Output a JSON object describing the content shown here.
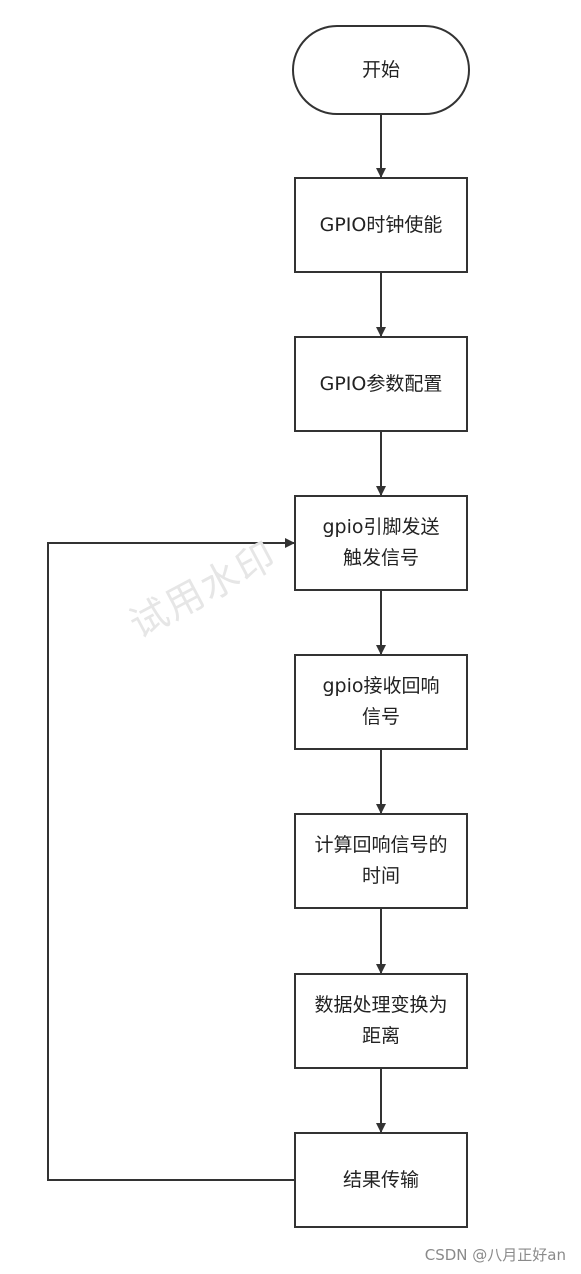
{
  "nodes": [
    {
      "id": "start",
      "label": "开始"
    },
    {
      "id": "gpio-clock",
      "label": "GPIO时钟使能"
    },
    {
      "id": "gpio-config",
      "label": "GPIO参数配置"
    },
    {
      "id": "trigger",
      "label": "gpio引脚发送触发信号"
    },
    {
      "id": "echo",
      "label": "gpio接收回响信号"
    },
    {
      "id": "time",
      "label": "计算回响信号的时间"
    },
    {
      "id": "process",
      "label": "数据处理变换为距离"
    },
    {
      "id": "transmit",
      "label": "结果传输"
    }
  ],
  "edges": [
    {
      "from": "start",
      "to": "gpio-clock"
    },
    {
      "from": "gpio-clock",
      "to": "gpio-config"
    },
    {
      "from": "gpio-config",
      "to": "trigger"
    },
    {
      "from": "trigger",
      "to": "echo"
    },
    {
      "from": "echo",
      "to": "time"
    },
    {
      "from": "time",
      "to": "process"
    },
    {
      "from": "process",
      "to": "transmit"
    },
    {
      "from": "transmit",
      "to": "trigger",
      "type": "loop-back"
    }
  ],
  "watermark": "试用水印",
  "credit": "CSDN @八月正好an",
  "colors": {
    "stroke": "#333333",
    "text": "#222222",
    "watermark": "#e6e6e6",
    "credit": "#8a8a8a"
  }
}
